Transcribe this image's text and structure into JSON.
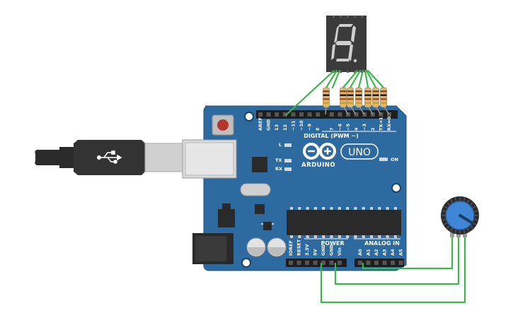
{
  "board": {
    "brand": "ARDUINO",
    "model": "UNO",
    "digital_header": "DIGITAL (PWM ~)",
    "power_header": "POWER",
    "analog_header": "ANALOG IN",
    "led_l": "L",
    "led_tx": "TX",
    "led_rx": "RX",
    "led_on": "ON",
    "digital_pins": [
      "AREF",
      "GND",
      "13",
      "12",
      "~11",
      "~10",
      "~9",
      "8",
      "7",
      "~6",
      "~5",
      "4",
      "~3",
      "2",
      "TX➔1",
      "RX⬅0"
    ],
    "power_pins": [
      "IOREF",
      "RESET",
      "3.3V",
      "5V",
      "GND",
      "GND",
      "Vin"
    ],
    "analog_pins": [
      "A0",
      "A1",
      "A2",
      "A3",
      "A4",
      "A5"
    ]
  },
  "display": {
    "digit": "8"
  },
  "colors": {
    "board": "#2c6aa0",
    "board_dark": "#21537f",
    "wire": "#3cb54a",
    "display_body": "#3b3b3b",
    "segment": "#cfcfcf",
    "knob": "#3f86d6",
    "usb": "#2b2b2b"
  },
  "icons": [
    "usb-symbol-icon",
    "arduino-infinity-logo-icon"
  ]
}
